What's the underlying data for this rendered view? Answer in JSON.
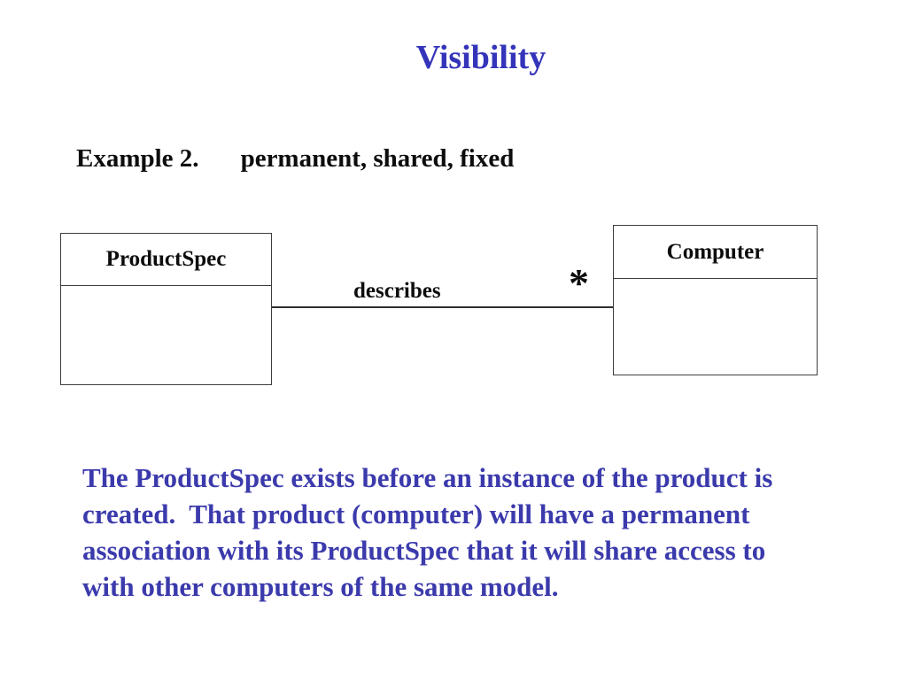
{
  "slide": {
    "title": "Visibility",
    "example_label": "Example 2.",
    "example_description": "permanent, shared, fixed"
  },
  "diagram": {
    "classes": [
      {
        "name": "ProductSpec"
      },
      {
        "name": "Computer"
      }
    ],
    "association": {
      "label": "describes",
      "multiplicity": "*"
    }
  },
  "paragraph": {
    "lines": [
      "The ProductSpec exists before an instance of the product is",
      "created.  That product (computer) will have a permanent",
      "association with its ProductSpec that it will share access to",
      "with other computers of the same model."
    ]
  },
  "colors": {
    "title_blue": "#3434ba",
    "body_blue": "#3b3aac",
    "line_color": "#2e2e2e"
  }
}
